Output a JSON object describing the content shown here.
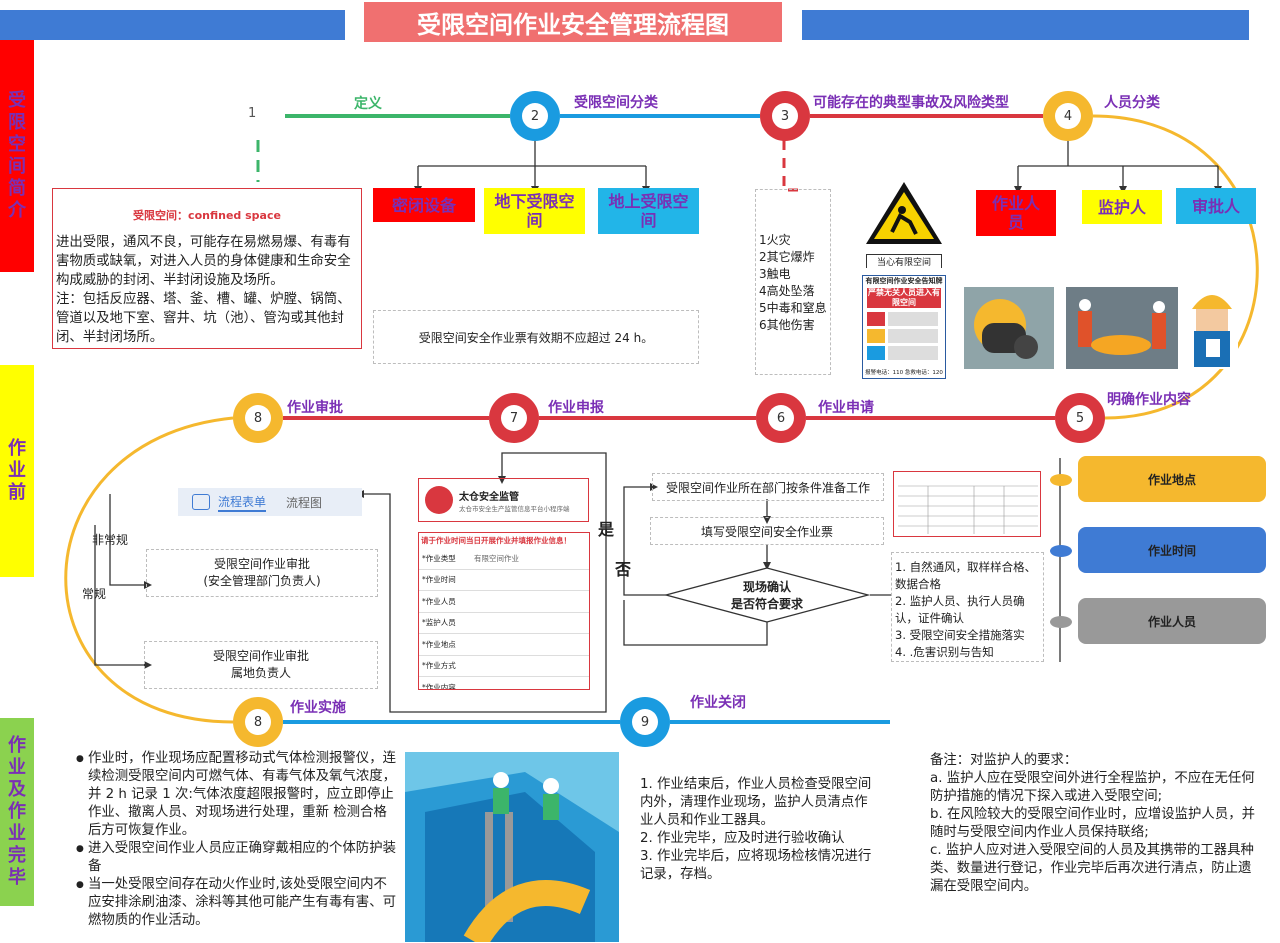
{
  "header": {
    "title": "受限空间作业安全管理流程图"
  },
  "stages": {
    "intro": "受限空间简介",
    "before": "作业前",
    "after": "作业及作业完毕"
  },
  "steps": {
    "s1": {
      "num": "1",
      "label": "定义"
    },
    "s2": {
      "num": "2",
      "label": "受限空间分类"
    },
    "s3": {
      "num": "3",
      "label": "可能存在的典型事故及风险类型"
    },
    "s4": {
      "num": "4",
      "label": "人员分类"
    },
    "s5": {
      "num": "5",
      "label": "明确作业内容"
    },
    "s6": {
      "num": "6",
      "label": "作业申请"
    },
    "s7": {
      "num": "7",
      "label": "作业申报"
    },
    "s8a": {
      "num": "8",
      "label": "作业审批"
    },
    "s8b": {
      "num": "8",
      "label": "作业实施"
    },
    "s9": {
      "num": "9",
      "label": "作业关闭"
    }
  },
  "definition": {
    "title": "受限空间：confined  space",
    "body": "进出受限，通风不良，可能存在易燃易爆、有毒有害物质或缺氧，对进入人员的身体健康和生命安全构成威胁的封闭、半封闭设施及场所。\n注：包括反应器、塔、釜、槽、罐、炉膛、锅筒、管道以及地下室、窨井、坑（池）、管沟或其他封闭、半封闭场所。"
  },
  "categories": {
    "closed": "密闭设备",
    "underground": "地下受限空间",
    "aboveground": "地上受限空间"
  },
  "validity_note": "受限空间安全作业票有效期不应超过 24 h。",
  "risks": [
    "1火灾",
    "2其它爆炸",
    "3触电",
    "4高处坠落",
    "5中毒和窒息",
    "6其他伤害"
  ],
  "warning_sign": {
    "caption": "当心有限空间",
    "notice_title": "有限空间作业安全告知牌",
    "notice_banner": "严禁无关人员进入有限空间",
    "notice_footer": "报警电话：110  急救电话：120"
  },
  "personnel": {
    "operator": "作业人员",
    "supervisor": "监护人",
    "approver": "审批人"
  },
  "content_pills": {
    "location": "作业地点",
    "time": "作业时间",
    "people": "作业人员"
  },
  "application_flow": {
    "prepare": "受限空间作业所在部门按条件准备工作",
    "fill": "填写受限空间安全作业票",
    "decision": "现场确认\n是否符合要求",
    "yes": "是",
    "no": "否",
    "checks": [
      "1. 自然通风，取样样合格、数据合格",
      "2. 监护人员、执行人员确认，证件确认",
      "3. 受限空间安全措施落实",
      "4. .危害识别与告知"
    ]
  },
  "declaration_app": {
    "org": "太仓安全监管",
    "subtitle": "太仓市安全生产监管信息平台小程序端",
    "notice": "请于作业时间当日开展作业并填报作业信息！",
    "fields": [
      "*作业类型",
      "*作业时间",
      "*作业人员",
      "*监护人员",
      "*作业地点",
      "*作业方式",
      "*作业内容"
    ],
    "type_value": "有限空间作业"
  },
  "approval": {
    "tabs": [
      "流程表单",
      "流程图"
    ],
    "abnormal": "非常规",
    "normal": "常规",
    "box1": "受限空间作业审批\n(安全管理部门负责人)",
    "box2": "受限空间作业审批\n属地负责人"
  },
  "implementation": [
    "作业时，作业现场应配置移动式气体检测报警仪，连续检测受限空间内可燃气体、有毒气体及氧气浓度，并 2 h 记录 1 次:气体浓度超限报警时，应立即停止作业、撤离人员、对现场进行处理，重新 检测合格后方可恢复作业。",
    " 进入受限空间作业人员应正确穿戴相应的个体防护装备",
    "当一处受限空间存在动火作业时,该处受限空间内不应安排涂刷油漆、涂料等其他可能产生有毒有害、可燃物质的作业活动。"
  ],
  "closing": [
    "1. 作业结束后，作业人员检查受限空间内外，清理作业现场，监护人员清点作业人员和作业工器具。",
    "2. 作业完毕，应及时进行验收确认",
    "3. 作业完毕后，应将现场检核情况进行记录，存档。"
  ],
  "remarks": {
    "title": "备注：对监护人的要求：",
    "items": [
      "a.   监护人应在受限空间外进行全程监护，不应在无任何防护措施的情况下探入或进入受限空间;",
      "b.   在风险较大的受限空间作业时，应增设监护人员，并随时与受限空间内作业人员保持联络;",
      "c.   监护人应对进入受限空间的人员及其携带的工器具种类、数量进行登记，作业完毕后再次进行清点，防止遗漏在受限空间内。"
    ]
  },
  "colors": {
    "blue": "#1a9be0",
    "red": "#d9373f",
    "yellow": "#f5b82e",
    "green": "#3cb56a",
    "purple": "#7a2fb5"
  }
}
